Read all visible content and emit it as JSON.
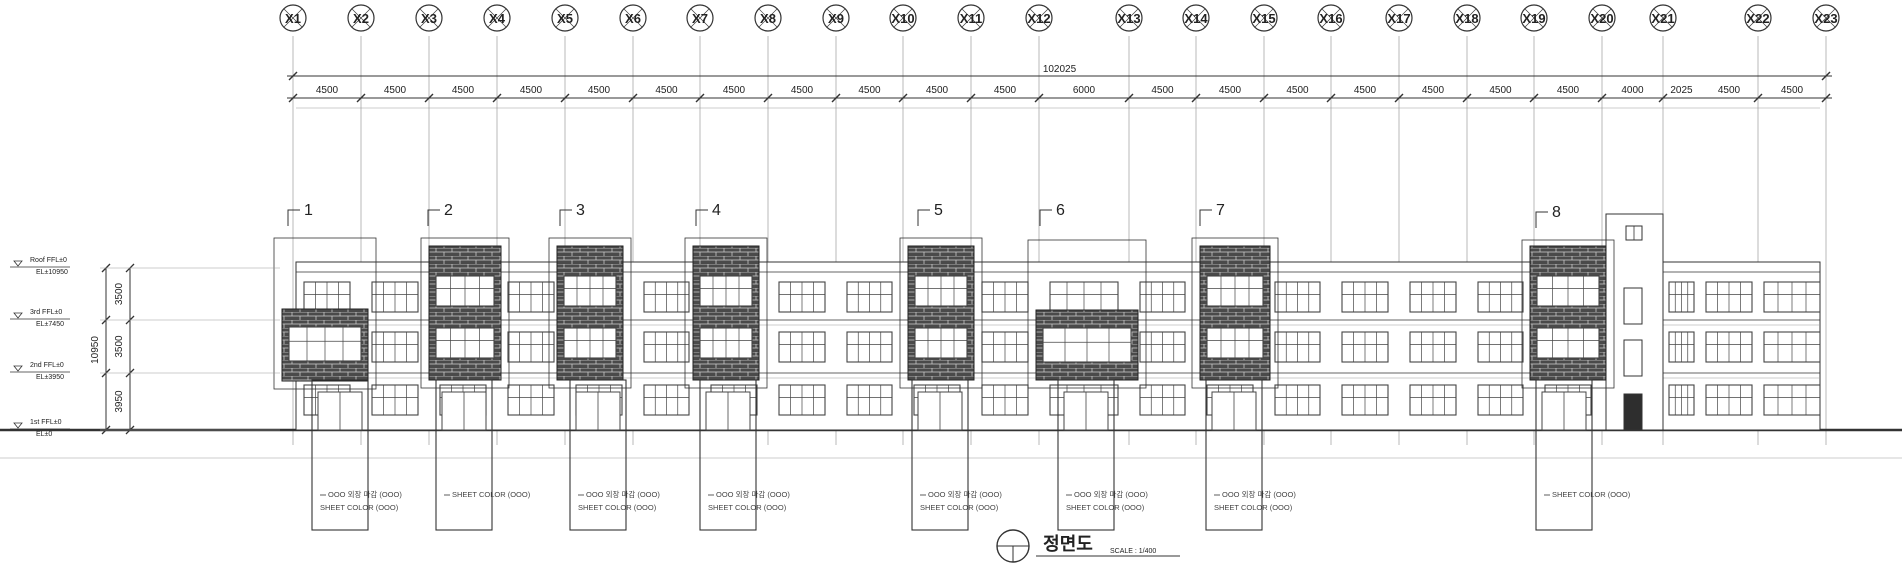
{
  "grid_labels": [
    "X1",
    "X2",
    "X3",
    "X4",
    "X5",
    "X6",
    "X7",
    "X8",
    "X9",
    "X10",
    "X11",
    "X12",
    "X13",
    "X14",
    "X15",
    "X16",
    "X17",
    "X18",
    "X19",
    "X20",
    "X21",
    "X22",
    "X23"
  ],
  "overall_dimension": "102025",
  "spacing_dims": [
    "4500",
    "4500",
    "4500",
    "4500",
    "4500",
    "4500",
    "4500",
    "4500",
    "4500",
    "4500",
    "4500",
    "6000",
    "4500",
    "4500",
    "4500",
    "4500",
    "4500",
    "4500",
    "4500",
    "4000",
    "2025",
    "4500",
    "4500"
  ],
  "levels": [
    {
      "name": "Roof FFL±0",
      "el": "EL±10950"
    },
    {
      "name": "3rd FFL±0",
      "el": "EL±7450"
    },
    {
      "name": "2nd FFL±0",
      "el": "EL±3950"
    },
    {
      "name": "1st FFL±0",
      "el": "EL±0"
    }
  ],
  "vertical_dims": [
    "3500",
    "3500",
    "3950"
  ],
  "total_height": "10950",
  "panel_numbers": [
    "1",
    "2",
    "3",
    "4",
    "5",
    "6",
    "7",
    "8"
  ],
  "notes": [
    {
      "line1": "OOO 외장 마감 (OOO)",
      "line2": "SHEET COLOR (OOO)"
    },
    {
      "line1": "SHEET COLOR (OOO)",
      "line2": ""
    },
    {
      "line1": "OOO 외장 마감 (OOO)",
      "line2": "SHEET COLOR (OOO)"
    },
    {
      "line1": "OOO 외장 마감 (OOO)",
      "line2": "SHEET COLOR (OOO)"
    },
    {
      "line1": "OOO 외장 마감 (OOO)",
      "line2": "SHEET COLOR (OOO)"
    },
    {
      "line1": "OOO 외장 마감 (OOO)",
      "line2": "SHEET COLOR (OOO)"
    },
    {
      "line1": "OOO 외장 마감 (OOO)",
      "line2": "SHEET COLOR (OOO)"
    },
    {
      "line1": "SHEET COLOR (OOO)",
      "line2": ""
    }
  ],
  "title": "정면도",
  "scale": "SCALE : 1/400",
  "colors": {
    "line": "#333333",
    "brick": "#4a4a4a",
    "brick_joint": "#bdbdbd",
    "grid": "#9a9a9a",
    "window": "#444444"
  }
}
